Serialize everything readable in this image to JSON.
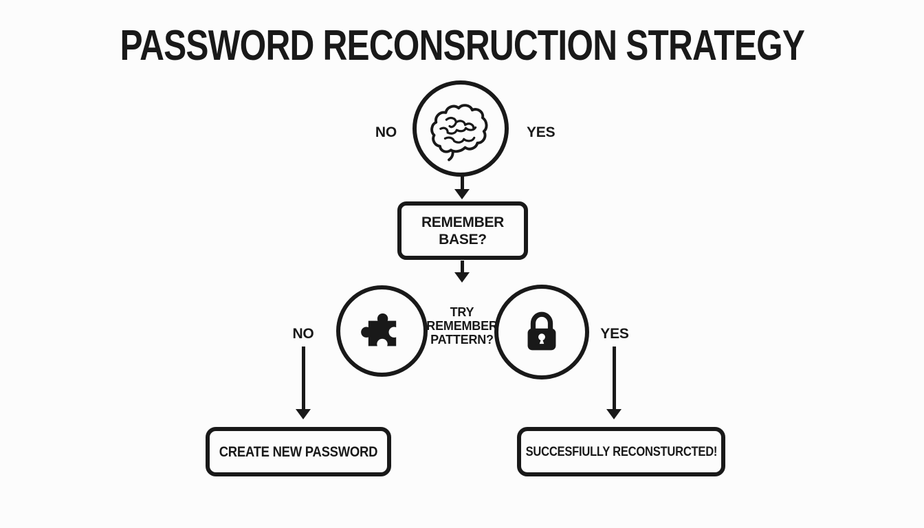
{
  "title": "PASSWORD RECONSRUCTION STRATEGY",
  "colors": {
    "ink": "#191919",
    "background": "#fcfcfc"
  },
  "flow": {
    "memory_check": {
      "icon": "brain-icon",
      "no_label": "NO",
      "yes_label": "YES"
    },
    "remember_base": {
      "question": "REMEMBER BASE?"
    },
    "pattern_check": {
      "question": "TRY REMEMBER PATTERN?",
      "left_icon": "puzzle-icon",
      "right_icon": "lock-icon",
      "no_label": "NO",
      "yes_label": "YES"
    },
    "outcome_no": {
      "label": "CREATE NEW PASSWORD"
    },
    "outcome_yes": {
      "label": "SUCCESFIULLY RECONSTURCTED!"
    }
  }
}
